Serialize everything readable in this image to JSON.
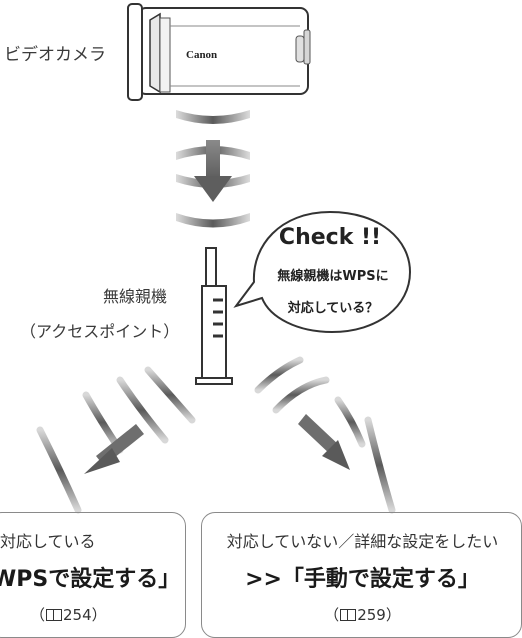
{
  "camera": {
    "label": "ビデオカメラ",
    "brand": "Canon"
  },
  "router": {
    "label_line1": "無線親機",
    "label_line2": "（アクセスポイント）"
  },
  "callout": {
    "title": "Check !!",
    "question_line1": "無線親機はWPSに",
    "question_line2": "対応している？"
  },
  "outcomes": {
    "left": {
      "status": "対応している",
      "action": "WPSで設定する」",
      "ref_open": "（",
      "ref_page": "254）"
    },
    "right": {
      "status": "対応していない／詳細な設定をしたい",
      "action": ">>「手動で設定する」",
      "ref_open": "（",
      "ref_page": "259）"
    }
  },
  "colors": {
    "wave_gradient_dark": "#555555",
    "wave_gradient_light": "#d0d0d0",
    "arrow": "#6e6e6e",
    "outline": "#333333",
    "box_border": "#8a8a8a"
  }
}
